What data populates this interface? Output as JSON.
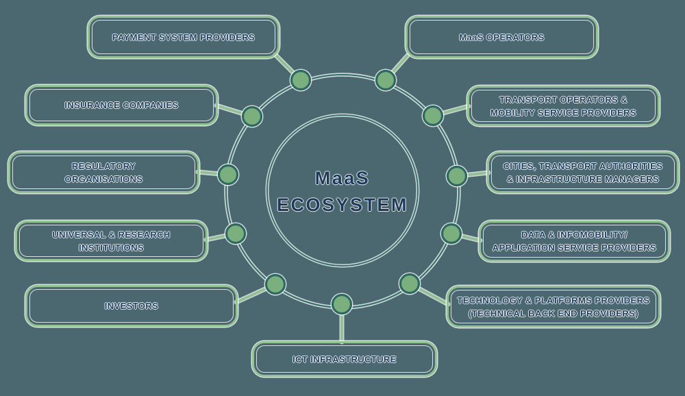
{
  "diagram": {
    "center": {
      "line1": "MaaS",
      "line2": "ECOSYSTEM"
    },
    "boxes": [
      {
        "id": "payment-system-providers",
        "lines": [
          "PAYMENT SYSTEM PROVIDERS",
          ""
        ]
      },
      {
        "id": "maas-operators",
        "lines": [
          "MaaS OPERATORS",
          ""
        ]
      },
      {
        "id": "insurance-companies",
        "lines": [
          "INSURANCE COMPANIES",
          ""
        ]
      },
      {
        "id": "transport-operators-mobility-service-providers",
        "lines": [
          "TRANSPORT OPERATORS &",
          "MOBILITY SERVICE PROVIDERS"
        ]
      },
      {
        "id": "regulatory-organisations",
        "lines": [
          "REGULATORY",
          "ORGANISATIONS"
        ]
      },
      {
        "id": "cities-transport-authorities-infrastructure-managers",
        "lines": [
          "CITIES, TRANSPORT AUTHORITIES",
          "& INFRASTRUCTURE MANAGERS"
        ]
      },
      {
        "id": "universal-research-institutions",
        "lines": [
          "UNIVERSAL & RESEARCH",
          "INSTITUTIONS"
        ]
      },
      {
        "id": "data-infomobility-application-service-providers",
        "lines": [
          "DATA & INFOMOBILITY/",
          "APPLICATION SERVICE PROVIDERS"
        ]
      },
      {
        "id": "investors",
        "lines": [
          "INVESTORS",
          ""
        ]
      },
      {
        "id": "technology-platforms-providers",
        "lines": [
          "TECHNOLOGY & PLATFORMS PROVIDERS",
          "(TECHNICAL BACK END PROVIDERS)"
        ]
      },
      {
        "id": "ict-infrastructure",
        "lines": [
          "ICT INFRASTRUCTURE",
          ""
        ]
      }
    ],
    "colors": {
      "background": "#4b6870",
      "box_border_green": "#92c392",
      "connector_green": "#8fc08f",
      "ring_teal": "#37716c",
      "node_fill": "#7bb07e",
      "node_border": "#2e6862",
      "text_navy": "#21405f",
      "halo_white": "#ffffff"
    }
  }
}
